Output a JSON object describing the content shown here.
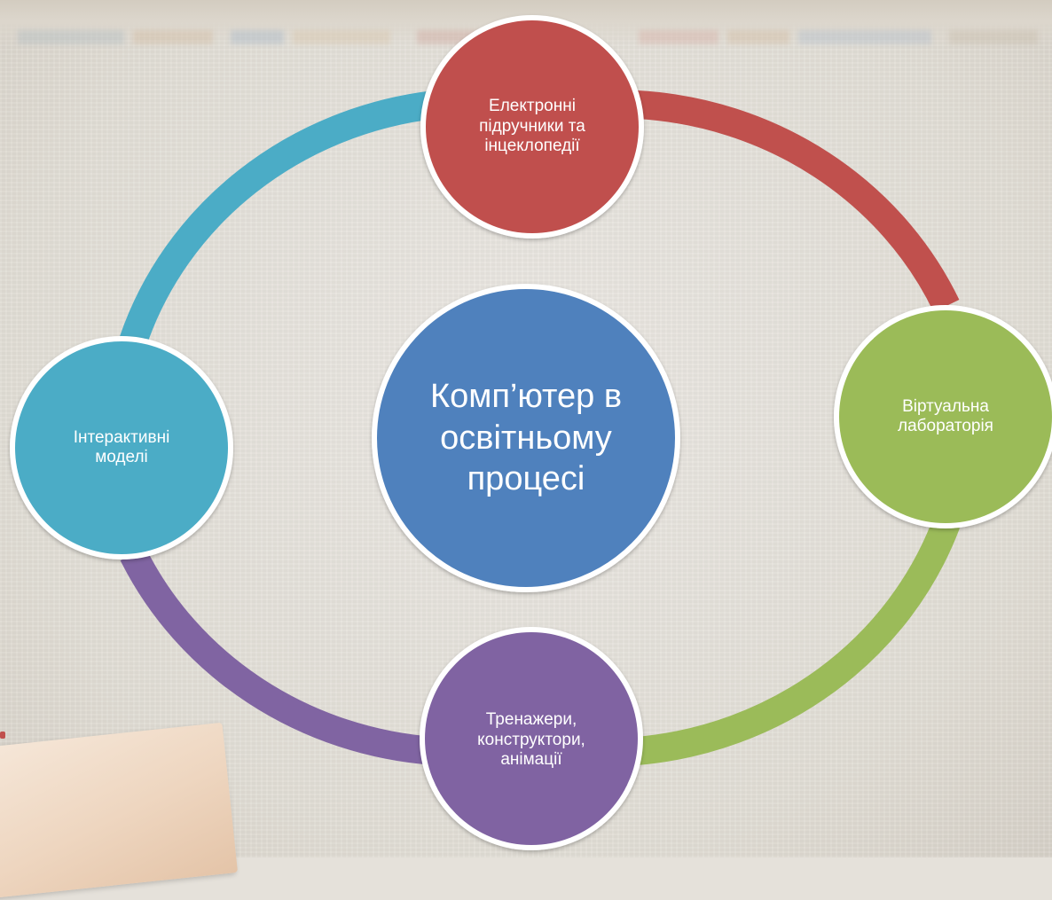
{
  "diagram": {
    "center": {
      "lines": [
        "Комп’ютер в",
        "освітньому",
        "процесі"
      ],
      "color": "#4f81bd"
    },
    "nodes": [
      {
        "lines": [
          "Електронні",
          "підручники та",
          "інцеклопедії"
        ],
        "color": "#c0504d"
      },
      {
        "lines": [
          "Віртуальна",
          "лабораторія"
        ],
        "color": "#9bbb59"
      },
      {
        "lines": [
          "Тренажери,",
          "конструктори,",
          "анімації"
        ],
        "color": "#8064a2"
      },
      {
        "lines": [
          "Інтерактивні",
          "моделі"
        ],
        "color": "#4bacc6"
      }
    ]
  }
}
